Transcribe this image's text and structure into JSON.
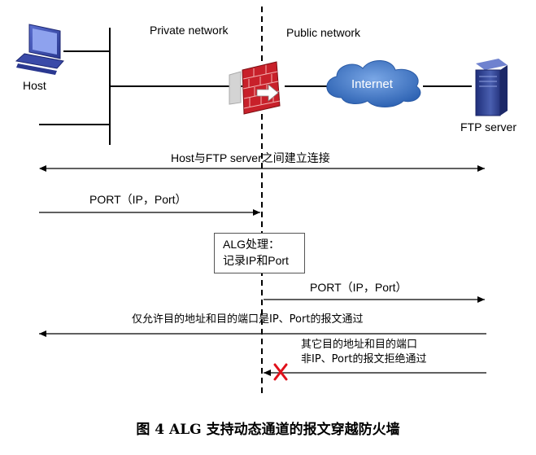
{
  "zones": {
    "private": "Private network",
    "public": "Public network"
  },
  "nodes": {
    "host": "Host",
    "internet": "Internet",
    "ftp_server": "FTP server"
  },
  "messages": {
    "connect": "Host与FTP server之间建立连接",
    "port_out": "PORT（IP，Port）",
    "alg_line1": "ALG处理：",
    "alg_line2": "记录IP和Port",
    "port_fwd": "PORT（IP，Port）",
    "allowed": "仅允许目的地址和目的端口是IP、Port的报文通过",
    "rejected_line1": "其它目的地址和目的端口",
    "rejected_line2": "非IP、Port的报文拒绝通过"
  },
  "caption": "图 4 ALG 支持动态通道的报文穿越防火墙",
  "colors": {
    "internet_cloud": "#4a7fc8",
    "firewall_brick": "#c8202a",
    "reject_mark": "#e0101a",
    "ftp_server": "#2f3f8f"
  },
  "icons": [
    "computer-icon",
    "firewall-icon",
    "cloud-icon",
    "server-icon",
    "reject-x-icon"
  ]
}
